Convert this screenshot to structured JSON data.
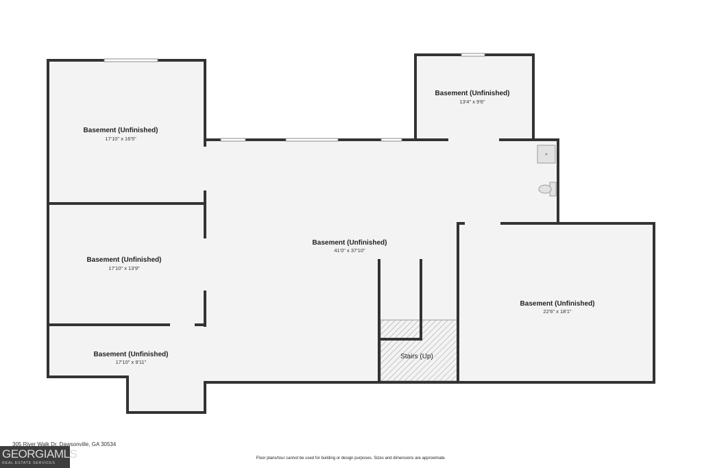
{
  "rooms": [
    {
      "id": "top-left",
      "name": "Basement (Unfinished)",
      "dims": "17'10\" x 16'5\""
    },
    {
      "id": "top-right",
      "name": "Basement (Unfinished)",
      "dims": "13'4\" x 9'6\""
    },
    {
      "id": "center",
      "name": "Basement (Unfinished)",
      "dims": "41'0\" x 37'10\""
    },
    {
      "id": "mid-left",
      "name": "Basement (Unfinished)",
      "dims": "17'10\" x 13'9\""
    },
    {
      "id": "bottom-left",
      "name": "Basement (Unfinished)",
      "dims": "17'10\" x 9'11\""
    },
    {
      "id": "right",
      "name": "Basement (Unfinished)",
      "dims": "22'6\" x 18'1\""
    }
  ],
  "stairs": {
    "label": "Stairs (Up)"
  },
  "footer": {
    "address": "305 River Walk Dr, Dawsonville, GA 30534",
    "disclaimer": "Floor plans/tour cannot be used for building or design purposes. Sizes and dimensions are approximate."
  },
  "logo": {
    "text": "GEORGIAMLS",
    "subtext": "REAL ESTATE SERVICES"
  },
  "colors": {
    "wall": "#333333",
    "floor": "#f3f3f3",
    "background": "#ffffff"
  }
}
